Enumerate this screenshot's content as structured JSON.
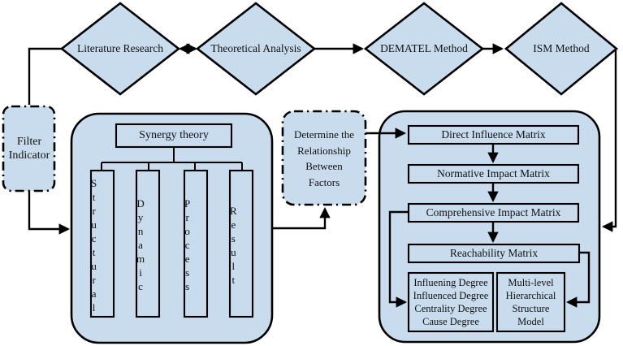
{
  "colors": {
    "shape_fill": "#c9dcee",
    "stroke": "#000000",
    "background": "#ffffff",
    "text": "#111111"
  },
  "phases": [
    {
      "label": "Literature Research"
    },
    {
      "label": "Theoretical Analysis"
    },
    {
      "label": "DEMATEL Method"
    },
    {
      "label": "ISM Method"
    }
  ],
  "filter_box": {
    "lines": [
      "Filter",
      "Indicator"
    ]
  },
  "synergy_panel": {
    "header": "Synergy theory",
    "columns": [
      "Structural",
      "Dynamic",
      "Process",
      "Result"
    ]
  },
  "determine_box": {
    "lines": [
      "Determine the",
      "Relationship",
      "Between",
      "Factors"
    ]
  },
  "dematel_panel": {
    "steps": [
      "Direct Influence Matrix",
      "Normative Impact Matrix",
      "Comprehensive Impact Matrix",
      "Reachability Matrix"
    ],
    "degree_box": {
      "lines": [
        "Influening Degree",
        "Influenced Degree",
        "Centrality Degree",
        "Cause Degree"
      ]
    },
    "model_box": {
      "lines": [
        "Multi-level",
        "Hierarchical",
        "Structure",
        "Model"
      ]
    }
  }
}
